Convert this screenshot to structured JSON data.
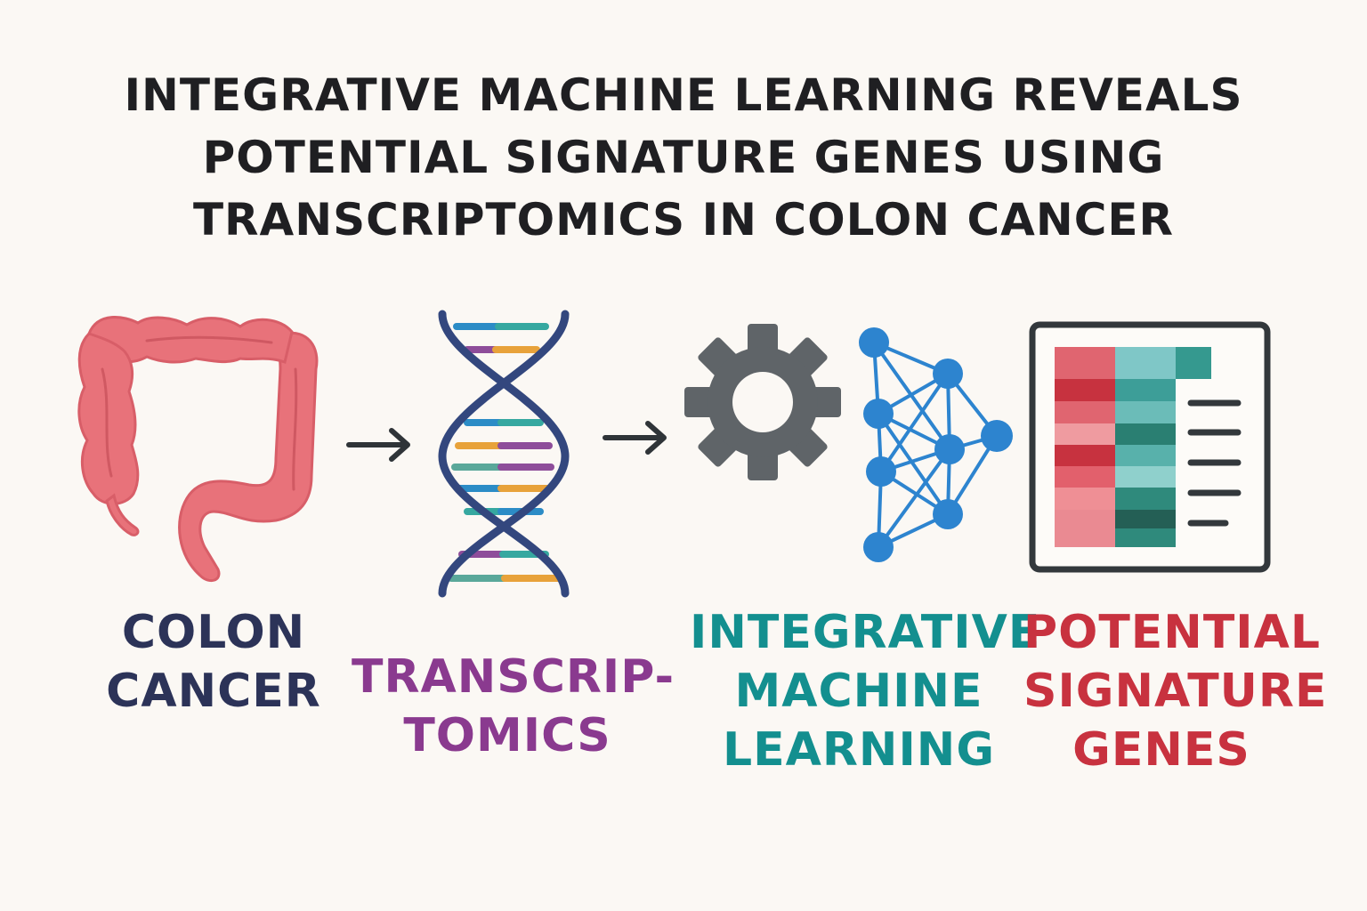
{
  "title": {
    "line1": "INTEGRATIVE MACHINE LEARNING REVEALS",
    "line2": "POTENTIAL SIGNATURE GENES USING",
    "line3": "TRANSCRIPTOMICS IN COLON CANCER"
  },
  "steps": [
    {
      "icon": "colon-icon",
      "line1": "COLON",
      "line2": "CANCER",
      "color": "#2c3358"
    },
    {
      "icon": "dna-helix-icon",
      "line1": "TRANSCRIP-",
      "line2": "TOMICS",
      "color": "#8a3a8f"
    },
    {
      "icon": "gear-neural-network-icon",
      "line1": "INTEGRATIVE",
      "line2": "MACHINE",
      "line3": "LEARNING",
      "color": "#138f8f"
    },
    {
      "icon": "gene-heatmap-icon",
      "line1": "POTENTIAL",
      "line2": "SIGNATURE",
      "line3": "GENES",
      "color": "#c8323f"
    }
  ],
  "colors": {
    "colon": "#e8727a",
    "dna_backbone": "#33477e",
    "gear": "#5f6468",
    "network": "#2d84cf",
    "arrow": "#2f3438",
    "frame": "#33383c"
  }
}
